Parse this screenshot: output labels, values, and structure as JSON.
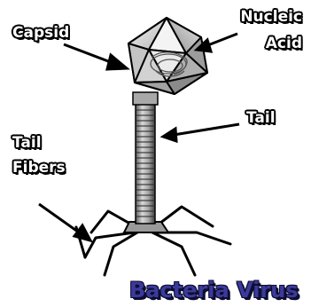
{
  "labels": {
    "capsid": "Capsid",
    "nucleic_acid_line1": "Nucleic",
    "nucleic_acid_line2": "Acid",
    "tail": "Tail",
    "tail_fibers_line1": "Tail",
    "tail_fibers_line2": "Fibers"
  },
  "title": "Bacteria Virus",
  "colors": {
    "title": "#3b3a9c",
    "outline": "#000000",
    "shading": "#bdbdbd"
  }
}
